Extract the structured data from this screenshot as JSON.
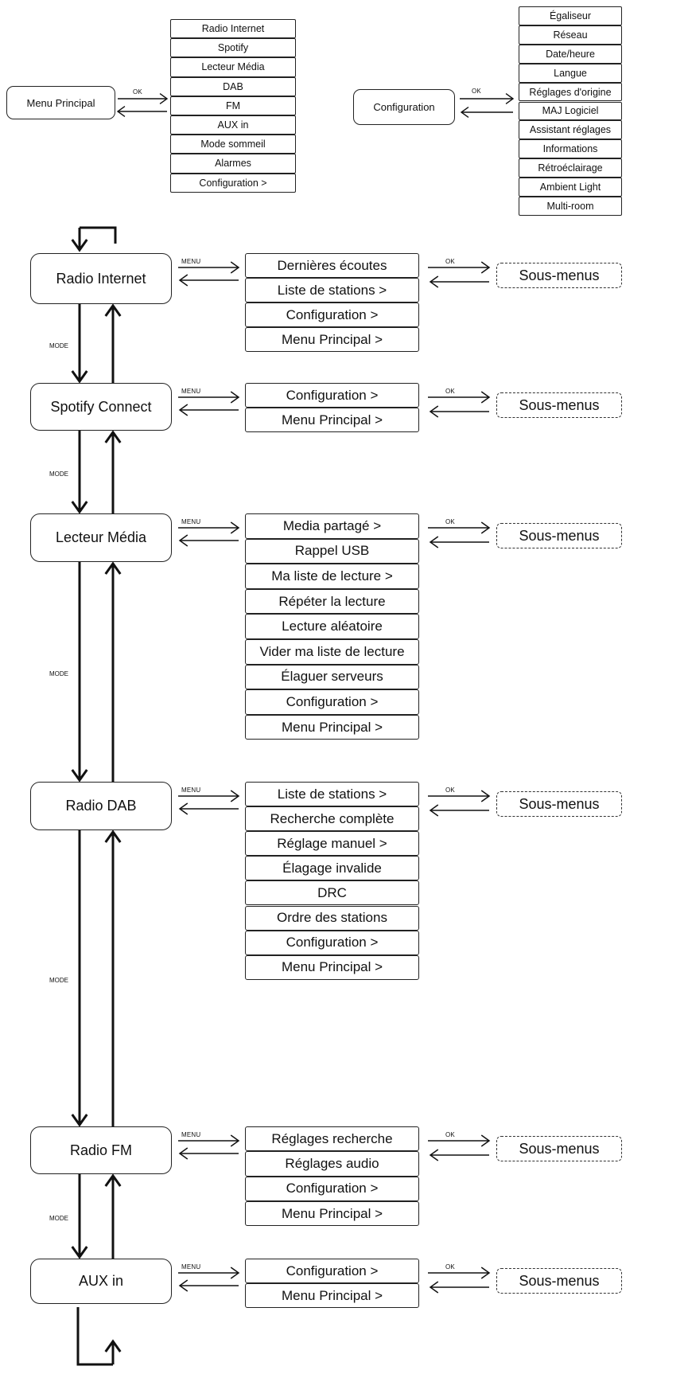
{
  "top": {
    "menu_principal": {
      "title": "Menu Principal",
      "ok_label": "OK",
      "items": [
        "Radio Internet",
        "Spotify",
        "Lecteur Média",
        "DAB",
        "FM",
        "AUX in",
        "Mode sommeil",
        "Alarmes",
        "Configuration >"
      ]
    },
    "configuration": {
      "title": "Configuration",
      "ok_label": "OK",
      "items": [
        "Égaliseur",
        "Réseau",
        "Date/heure",
        "Langue",
        "Réglages d'origine",
        "MAJ Logiciel",
        "Assistant réglages",
        "Informations",
        "Rétroéclairage",
        "Ambient Light",
        "Multi-room"
      ]
    }
  },
  "labels": {
    "menu": "MENU",
    "ok": "OK",
    "mode": "MODE",
    "submenu": "Sous-menus"
  },
  "modes": [
    {
      "title": "Radio Internet",
      "items": [
        "Dernières écoutes",
        "Liste de stations >",
        "Configuration >",
        "Menu Principal >"
      ]
    },
    {
      "title": "Spotify Connect",
      "items": [
        "Configuration >",
        "Menu Principal >"
      ]
    },
    {
      "title": "Lecteur Média",
      "items": [
        "Media partagé >",
        "Rappel USB",
        "Ma liste de lecture >",
        "Répéter la lecture",
        "Lecture aléatoire",
        "Vider ma liste de lecture",
        "Élaguer serveurs",
        "Configuration >",
        "Menu Principal >"
      ]
    },
    {
      "title": "Radio DAB",
      "items": [
        "Liste de stations >",
        "Recherche complète",
        "Réglage manuel >",
        "Élagage invalide",
        "DRC",
        "Ordre des stations",
        "Configuration >",
        "Menu Principal >"
      ]
    },
    {
      "title": "Radio FM",
      "items": [
        "Réglages recherche",
        "Réglages audio",
        "Configuration >",
        "Menu Principal >"
      ]
    },
    {
      "title": "AUX in",
      "items": [
        "Configuration >",
        "Menu Principal >"
      ]
    }
  ]
}
